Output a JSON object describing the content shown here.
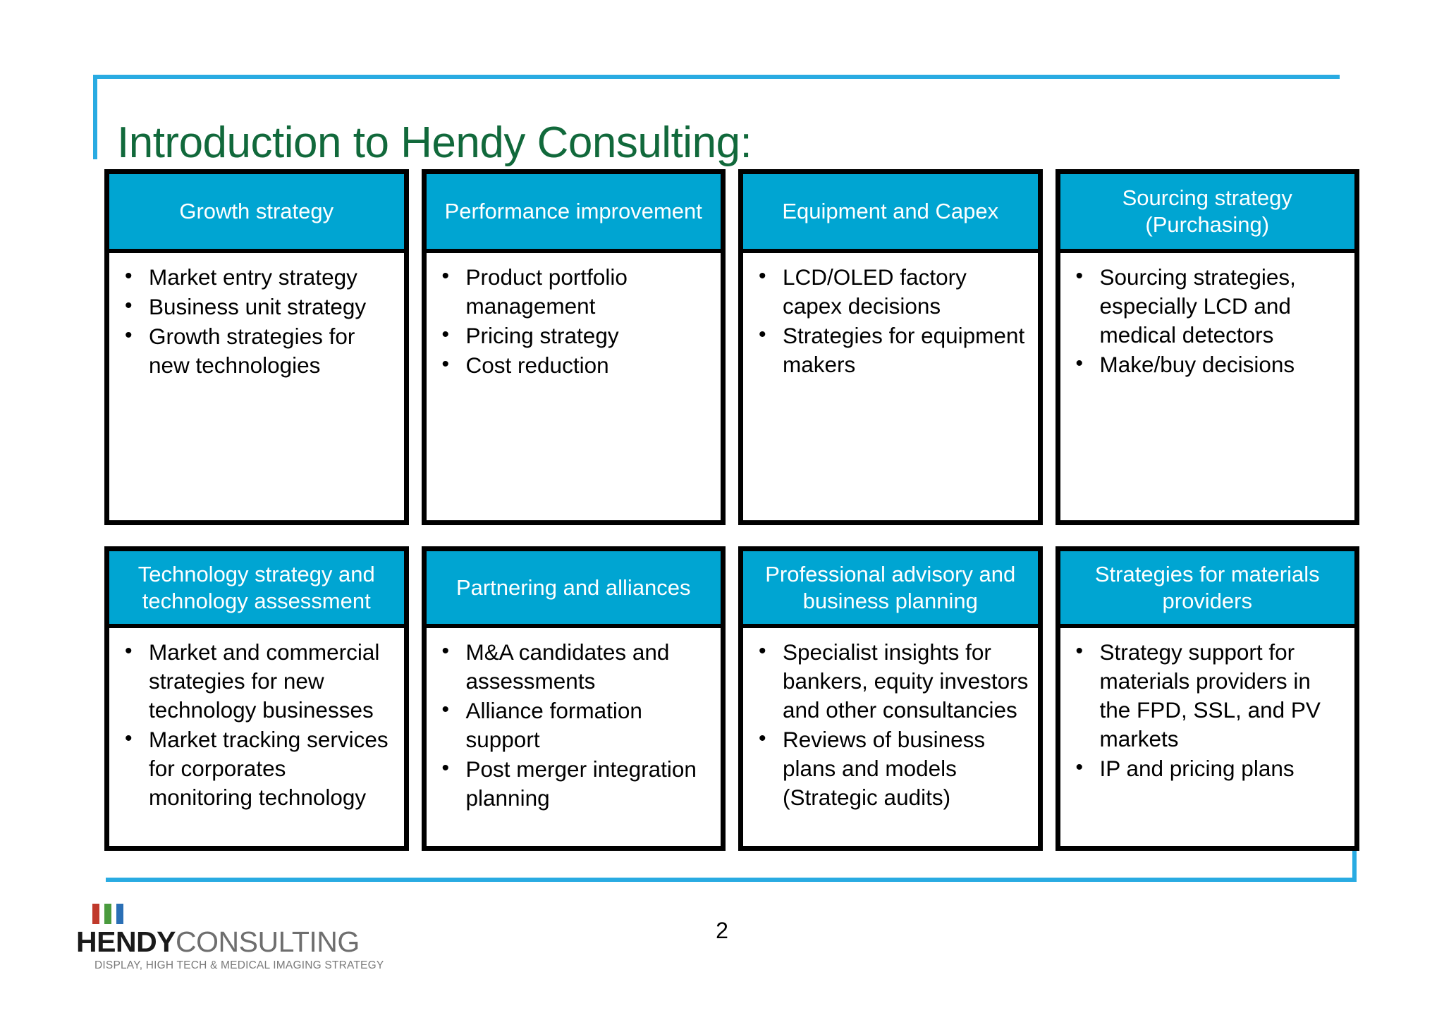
{
  "slide": {
    "title": "Introduction to Hendy Consulting:",
    "page_number": "2",
    "accent_color": "#29abe2",
    "title_color": "#11693b",
    "header_fill": "#00a5d2"
  },
  "cards": [
    {
      "header": "Growth strategy",
      "bullets": [
        "Market entry strategy",
        "Business unit strategy",
        "Growth strategies for new technologies"
      ]
    },
    {
      "header": "Performance improvement",
      "bullets": [
        "Product portfolio management",
        "Pricing strategy",
        "Cost reduction"
      ]
    },
    {
      "header": "Equipment and Capex",
      "bullets": [
        "LCD/OLED factory capex decisions",
        "Strategies for equipment makers"
      ]
    },
    {
      "header": "Sourcing strategy (Purchasing)",
      "bullets": [
        "Sourcing strategies, especially LCD and medical detectors",
        "Make/buy decisions"
      ]
    },
    {
      "header": "Technology strategy and technology assessment",
      "bullets": [
        "Market and commercial strategies for new technology businesses",
        "Market tracking services for corporates monitoring technology"
      ]
    },
    {
      "header": "Partnering and alliances",
      "bullets": [
        "M&A candidates and assessments",
        "Alliance formation support",
        "Post merger integration planning"
      ]
    },
    {
      "header": "Professional advisory and business planning",
      "bullets": [
        "Specialist insights for bankers, equity investors and other consultancies",
        "Reviews of business plans and models (Strategic audits)"
      ]
    },
    {
      "header": "Strategies for materials providers",
      "bullets": [
        "Strategy support for materials providers in the FPD, SSL, and PV markets",
        "IP and pricing plans"
      ]
    }
  ],
  "logo": {
    "word_bold": "HENDY",
    "word_light": "CONSULTING",
    "tagline": "DISPLAY, HIGH TECH & MEDICAL IMAGING STRATEGY",
    "bar_colors": [
      "#c0392b",
      "#4a9b3e",
      "#2a6fb5"
    ]
  }
}
